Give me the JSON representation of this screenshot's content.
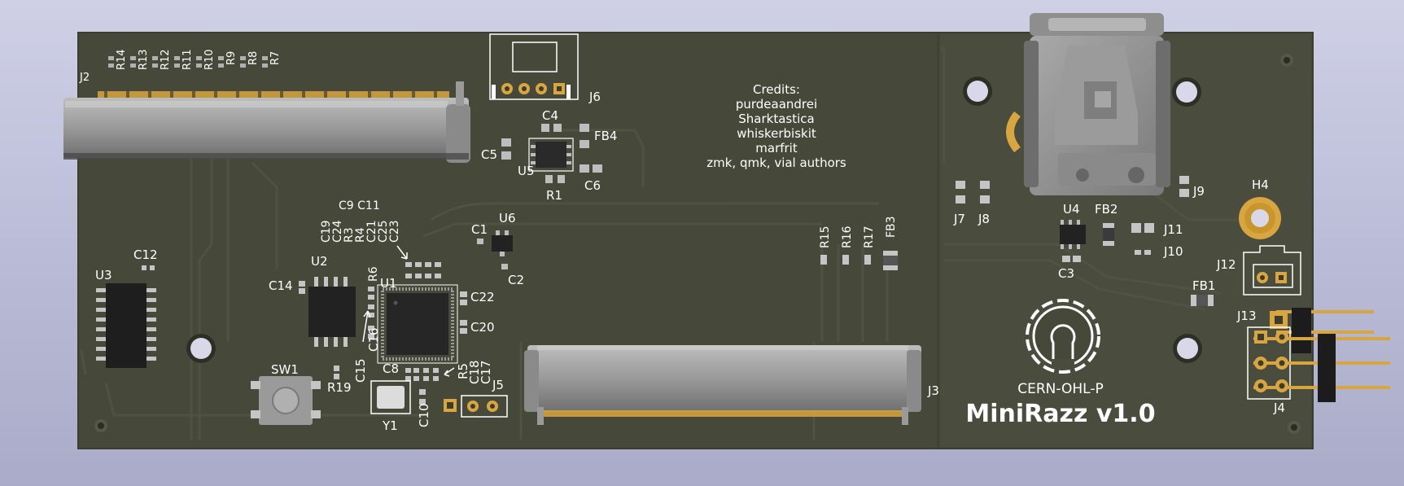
{
  "board": {
    "title": "MiniRazz v1.0",
    "license": "CERN-OHL-P",
    "credits": {
      "heading": "Credits:",
      "lines": [
        "purdeaandrei",
        "Sharktastica",
        "whiskerbiskit",
        "marfrit",
        "zmk, qmk, vial authors"
      ]
    },
    "colors": {
      "background": "#b9bbd6",
      "pcb": "#46493a",
      "silkscreen": "#ffffff",
      "gold": "#d8a640",
      "component": "#262626",
      "connector": "#9c9c9c"
    }
  },
  "designators": {
    "J2": "J2",
    "J3": "J3",
    "J4": "J4",
    "J5": "J5",
    "J6": "J6",
    "J7": "J7",
    "J8": "J8",
    "J9": "J9",
    "J10": "J10",
    "J11": "J11",
    "J12": "J12",
    "J13": "J13",
    "U1": "U1",
    "U2": "U2",
    "U3": "U3",
    "U4": "U4",
    "U5": "U5",
    "U6": "U6",
    "R1": "R1",
    "R5": "R5",
    "R6": "R6",
    "R19": "R19",
    "R15": "R15",
    "R16": "R16",
    "R17": "R17",
    "R14": "R14",
    "R13": "R13",
    "R12": "R12",
    "R11": "R11",
    "R10": "R10",
    "R9": "R9",
    "R8": "R8",
    "R7": "R7",
    "C1": "C1",
    "C2": "C2",
    "C3": "C3",
    "C4": "C4",
    "C5": "C5",
    "C6": "C6",
    "C8": "C8",
    "C10": "C10",
    "C12": "C12",
    "C14": "C14",
    "C15": "C15",
    "C16": "C16",
    "C17": "C17",
    "C18": "C18",
    "C20": "C20",
    "C22": "C22",
    "C9C11": "C9 C11",
    "C19": "C19",
    "C24": "C24",
    "R3": "R3",
    "R4": "R4",
    "C21": "C21",
    "C25": "C25",
    "C23": "C23",
    "FB1": "FB1",
    "FB2": "FB2",
    "FB3": "FB3",
    "FB4": "FB4",
    "SW1": "SW1",
    "Y1": "Y1",
    "H4": "H4"
  }
}
